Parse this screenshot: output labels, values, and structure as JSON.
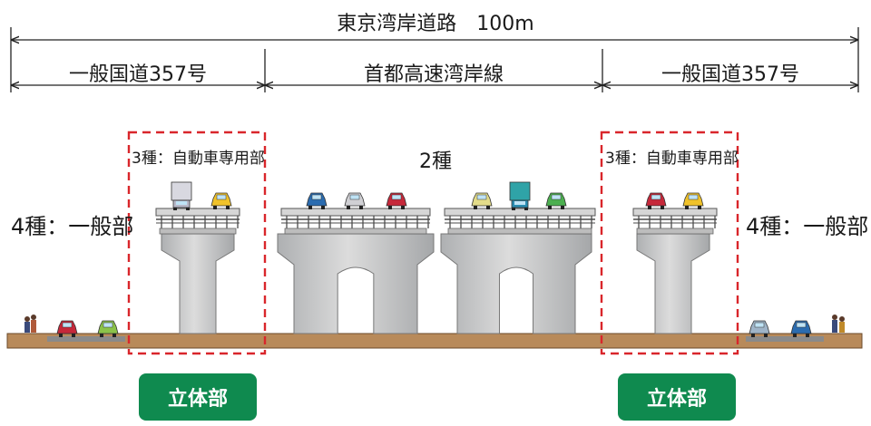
{
  "title": "東京湾岸道路　100m",
  "sections": [
    {
      "label": "一般国道357号"
    },
    {
      "label": "首都高速湾岸線"
    },
    {
      "label": "一般国道357号"
    }
  ],
  "categories": {
    "left_general": "4種：一般部",
    "right_general": "4種：一般部",
    "left_car_only": "3種：自動車専用部",
    "right_car_only": "3種：自動車専用部",
    "expressway": "2種"
  },
  "badges": {
    "left": "立体部",
    "right": "立体部"
  },
  "colors": {
    "ground": "#b88a5a",
    "pier": "#c9c9c9",
    "dashed_box": "#d9262b",
    "badge": "#0f8a4f",
    "railing": "#4a4a4a"
  }
}
